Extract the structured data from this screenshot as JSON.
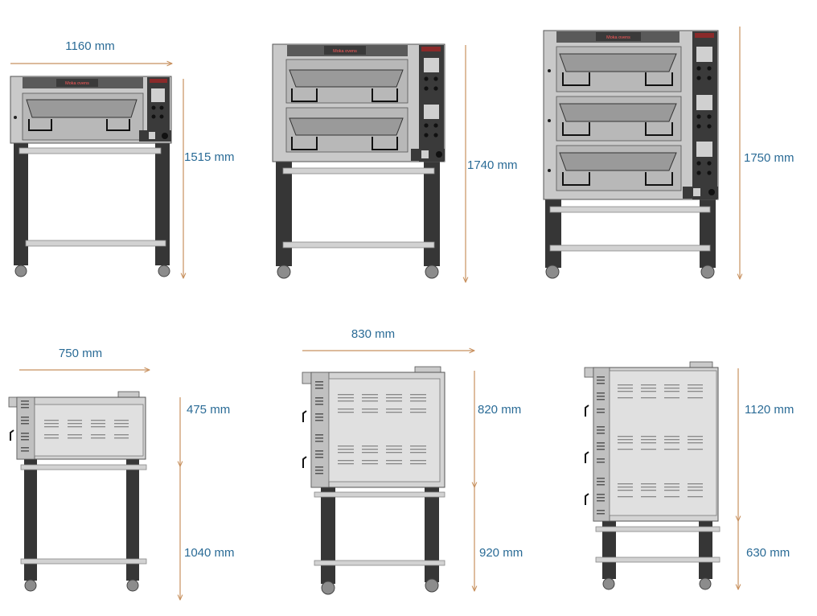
{
  "colors": {
    "dimension_text": "#2a6b96",
    "dimension_arrow": "#c8915f",
    "oven_body": "#c9c9c9",
    "oven_panel": "#dedede",
    "control_panel": "#3a3a3a",
    "brand_plate": "#5a5a5a",
    "stand_leg": "#363636",
    "stand_shelf": "#d2d2d2",
    "wheel": "#8c8c8c"
  },
  "brand_label": "Moka ovens",
  "front_views": [
    {
      "name": "single-deck",
      "decks": 1,
      "width_label": "1160  mm",
      "height_label": "1515 mm"
    },
    {
      "name": "double-deck",
      "decks": 2,
      "height_label": "1740 mm"
    },
    {
      "name": "triple-deck",
      "decks": 3,
      "height_label": "1750 mm"
    }
  ],
  "side_views": [
    {
      "name": "single-deck",
      "decks": 1,
      "depth_label": "750 mm",
      "oven_height_label": "475 mm",
      "stand_height_label": "1040 mm"
    },
    {
      "name": "double-deck",
      "decks": 2,
      "depth_label": "830 mm",
      "oven_height_label": "820 mm",
      "stand_height_label": "920 mm"
    },
    {
      "name": "triple-deck",
      "decks": 3,
      "oven_height_label": "1120 mm",
      "stand_height_label": "630 mm"
    }
  ]
}
